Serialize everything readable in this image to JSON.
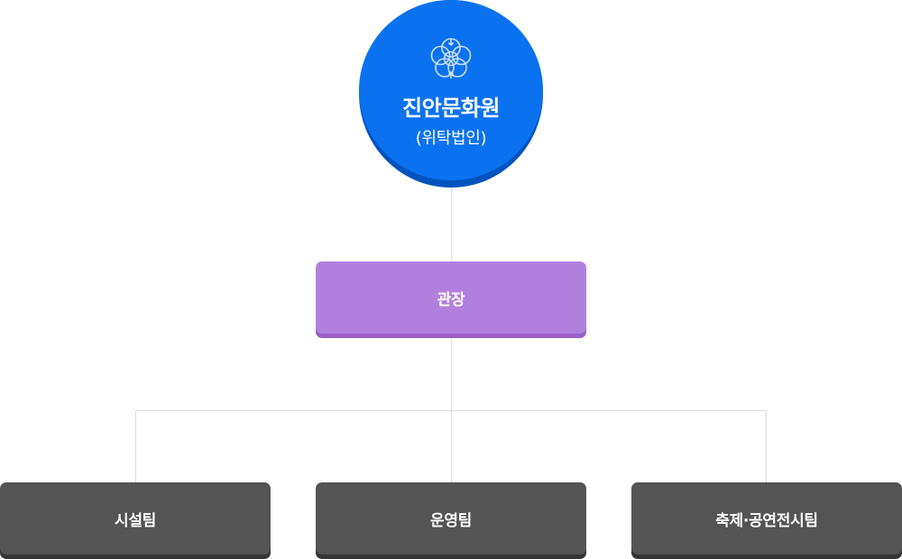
{
  "org": {
    "root": {
      "title": "진안문화원",
      "subtitle": "(위탁법인)",
      "icon": "flower-logo-icon"
    },
    "director": {
      "label": "관장"
    },
    "teams": [
      {
        "label": "시설팀"
      },
      {
        "label": "운영팀"
      },
      {
        "label": "축제·공연전시팀"
      }
    ]
  },
  "colors": {
    "root": "#0a72f0",
    "root_shadow": "#0253bf",
    "director": "#b180df",
    "team": "#545454",
    "connector": "#dcdcdc"
  }
}
